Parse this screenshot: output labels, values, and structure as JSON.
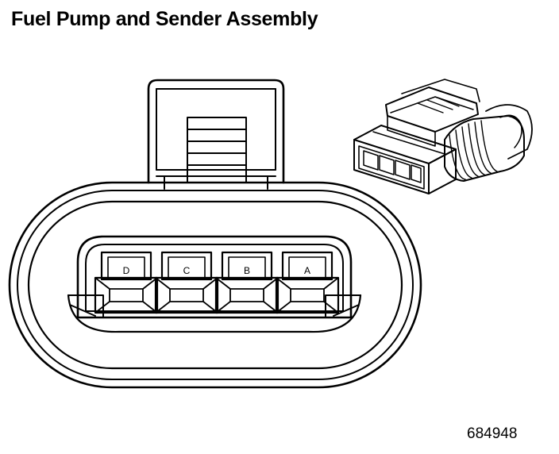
{
  "title": "Fuel Pump and Sender Assembly",
  "figure_number": "684948",
  "terminals": [
    {
      "letter": "D"
    },
    {
      "letter": "C"
    },
    {
      "letter": "B"
    },
    {
      "letter": "A"
    }
  ],
  "colors": {
    "line": "#000000",
    "background": "#ffffff"
  }
}
